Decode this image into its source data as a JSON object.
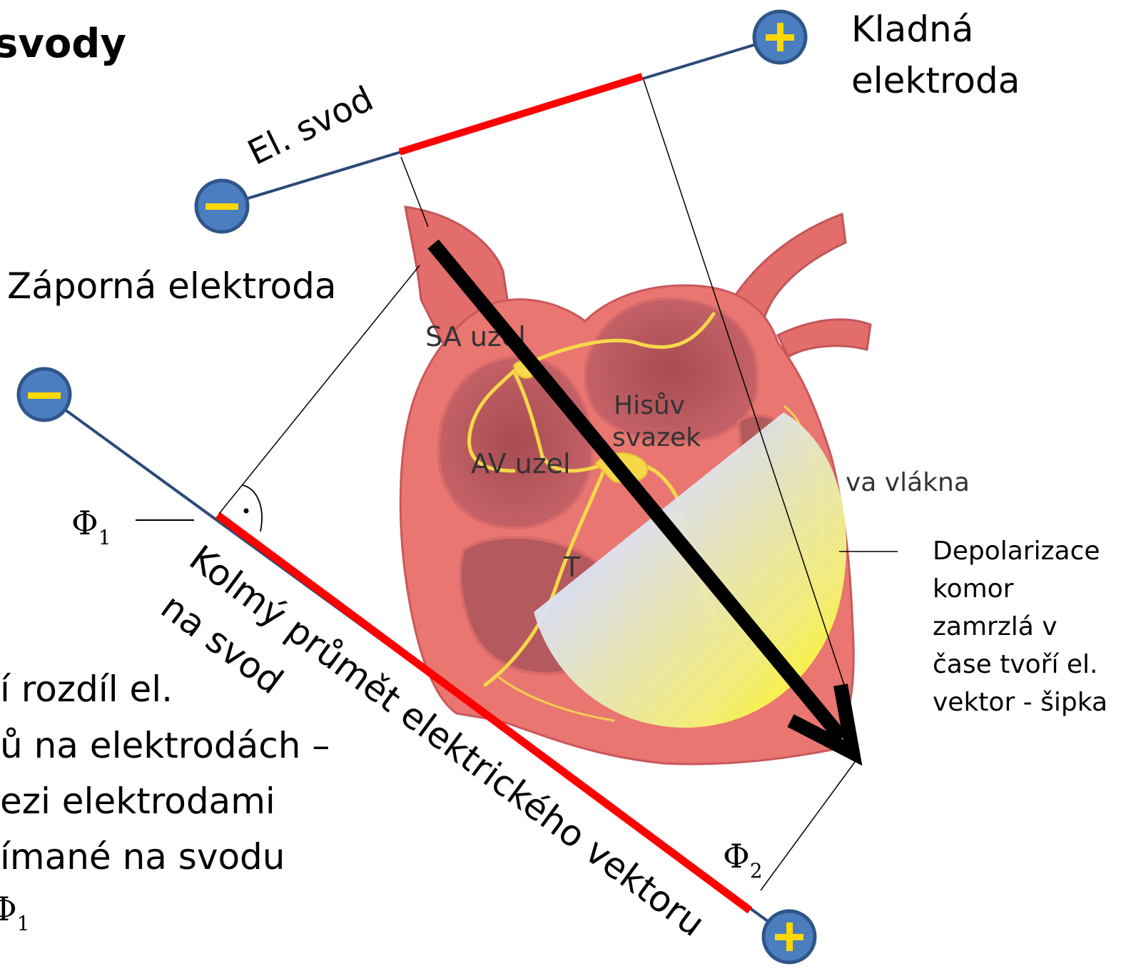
{
  "header": {
    "title_fragment": "svody"
  },
  "lead_top": {
    "label": "El. svod",
    "negative_electrode_label": "Záporná elektroda",
    "positive_electrode_label_line1": "Kladná",
    "positive_electrode_label_line2": "elektroda"
  },
  "heart": {
    "labels": {
      "sa": "SA uzel",
      "av": "AV uzel",
      "his_line1": "Hisův",
      "his_line2": "svazek",
      "purkinje_fragment": "va vlákna",
      "t_fragment": "T"
    }
  },
  "depolarization_note": {
    "lines": [
      "Depolarizace",
      "komor",
      "zamrzlá v",
      "čase tvoří el.",
      "vektor - šipka"
    ]
  },
  "projection": {
    "label_line1": "Kolmý průmět elektrického vektoru",
    "label_line2": "na svod",
    "phi1": "Φ",
    "phi1_sub": "1",
    "phi2": "Φ",
    "phi2_sub": "2"
  },
  "left_text": {
    "lines": [
      "í rozdíl el.",
      "ů na elektrodách –",
      "ezi elektrodami",
      "ímané na svodu"
    ],
    "bottom_symbol": "Φ",
    "bottom_sub": "1"
  },
  "electrodes": {
    "plus_symbol": "+",
    "minus_symbol": "−"
  },
  "colors": {
    "lead_line": "#2b4a7a",
    "projection": "#ff0000",
    "electrode_fill": "#4a7ebf",
    "electrode_stroke": "#2f5589",
    "electrode_sign": "#ffd800",
    "heart_muscle": "#e97670",
    "heart_chamber": "#b5565a",
    "conduction": "#f6d84a",
    "vector": "#000000"
  }
}
